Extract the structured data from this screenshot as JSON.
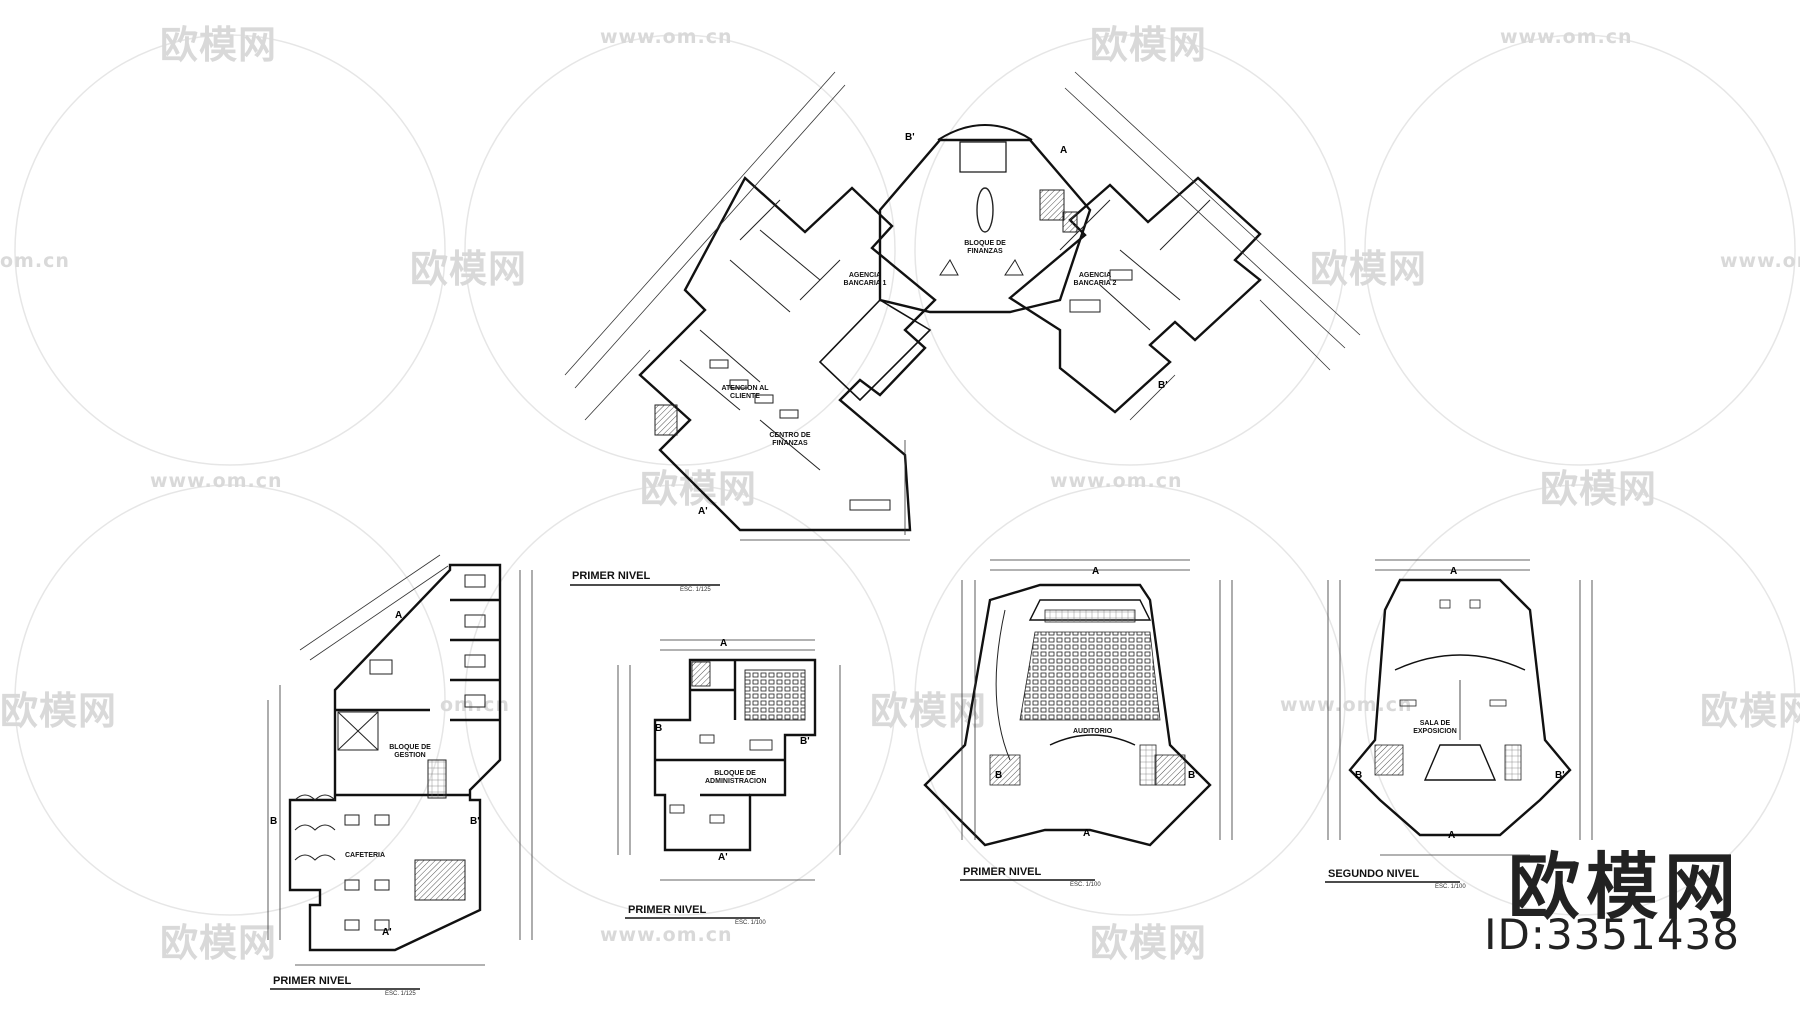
{
  "watermark": {
    "logo_text": "欧模网",
    "url_text": "www.om.cn",
    "url_short": "om.cn"
  },
  "brand": {
    "logo": "欧模网",
    "id": "ID:3351438"
  },
  "plans": {
    "top": {
      "label": "PRIMER NIVEL",
      "scale": "ESC. 1/125"
    },
    "gestion": {
      "label": "PRIMER NIVEL",
      "scale": "ESC. 1/125"
    },
    "admin": {
      "label": "PRIMER NIVEL",
      "scale": "ESC. 1/100"
    },
    "auditorio": {
      "label": "PRIMER NIVEL",
      "scale": "ESC. 1/100"
    },
    "segundo": {
      "label": "SEGUNDO NIVEL",
      "scale": "ESC. 1/100"
    }
  },
  "rooms": {
    "bloque_finanzas": "BLOQUE DE FINANZAS",
    "agencia_1": "AGENCIA BANCARIA 1",
    "agencia_2": "AGENCIA BANCARIA 2",
    "centro_finanzas": "CENTRO DE FINANZAS",
    "atencion_cliente": "ATENCION AL CLIENTE",
    "bloque_gestion": "BLOQUE DE GESTION",
    "cafeteria": "CAFETERIA",
    "bloque_admin": "BLOQUE DE ADMINISTRACION",
    "auditorio": "AUDITORIO",
    "sala_exp": "SALA DE EXPOSICION"
  },
  "section_marks": {
    "a": "A",
    "a_prime": "A'",
    "b": "B",
    "b_prime": "B'"
  },
  "colors": {
    "line": "#111111",
    "watermark": "#d9d9d9",
    "hatch": "#555555"
  }
}
